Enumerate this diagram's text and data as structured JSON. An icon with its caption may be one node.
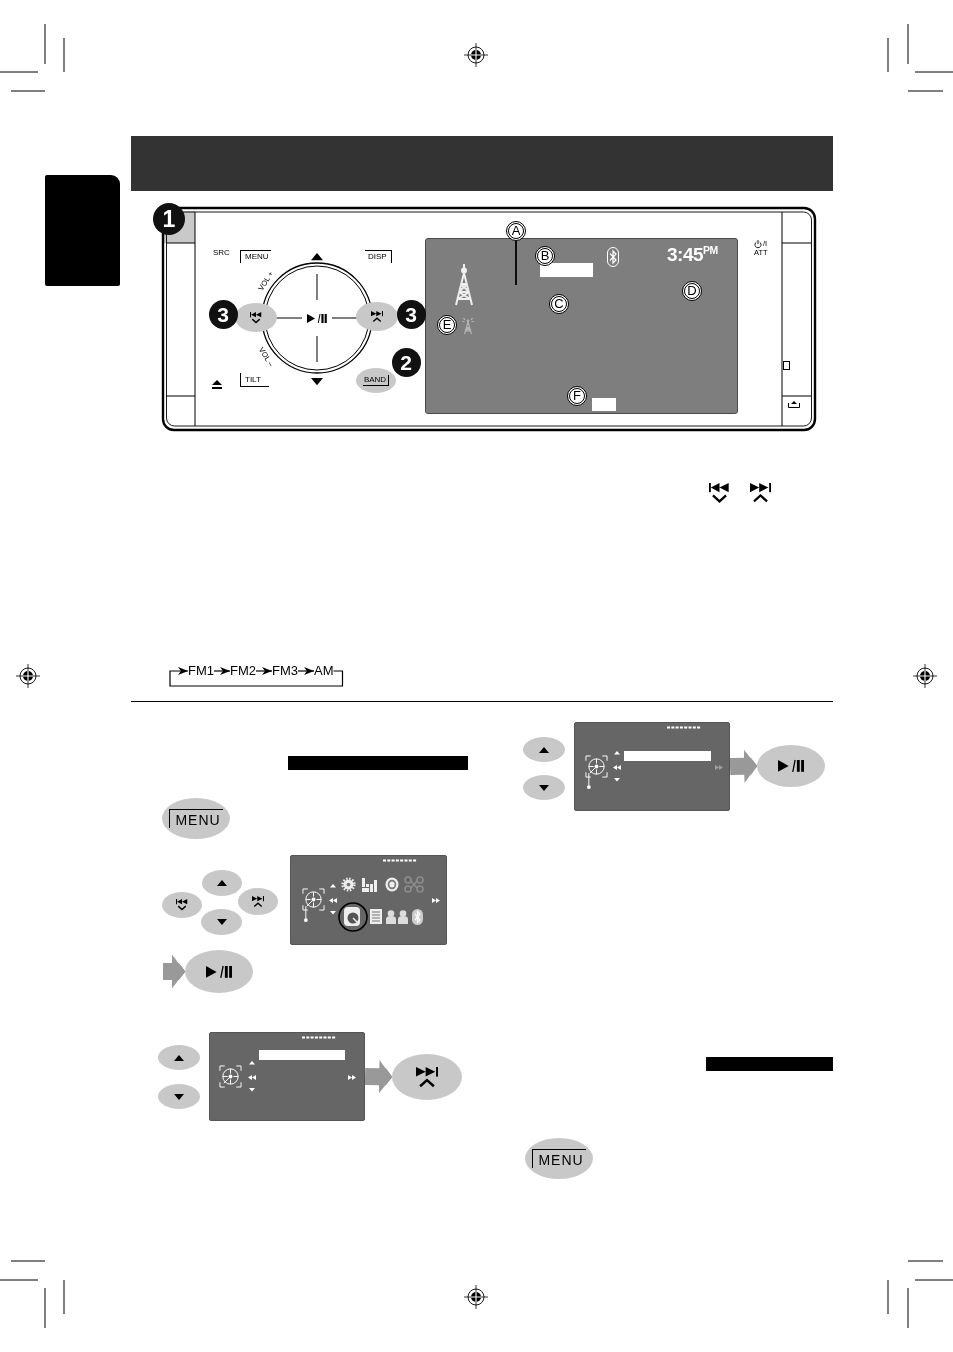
{
  "diagram": {
    "nodes": [
      {
        "text": [],
        "shape": "box"
      },
      {
        "text": [
          "A"
        ]
      },
      {
        "text": [
          "B"
        ]
      },
      {
        "text": [
          "D"
        ]
      },
      {
        "text": [
          "C"
        ]
      },
      {
        "text": [
          "E"
        ]
      },
      {
        "text": [
          "F"
        ]
      },
      {
        "text": [
          "FM1"
        ]
      },
      {
        "text": [
          "FM2"
        ]
      },
      {
        "text": [
          "FM3"
        ]
      },
      {
        "text": [
          "AM"
        ]
      },
      {
        "text": [],
        "shape": "bar"
      },
      {
        "text": [
          "MENU"
        ]
      },
      {
        "text": [],
        "shape": "box"
      },
      {
        "text": [],
        "shape": "ellipse"
      },
      {
        "text": [],
        "shape": "box"
      },
      {
        "text": [],
        "shape": "ellipse"
      },
      {
        "text": [],
        "shape": "box"
      },
      {
        "text": [],
        "shape": "ellipse"
      },
      {
        "text": [],
        "shape": "bar"
      },
      {
        "text": [
          "MENU"
        ]
      }
    ],
    "edges": [
      {
        "from": 1,
        "to": null,
        "arrow": "none"
      },
      {
        "from": 7,
        "to": 8,
        "arrow": "to"
      },
      {
        "from": 8,
        "to": 9,
        "arrow": "to"
      },
      {
        "from": 9,
        "to": 10,
        "arrow": "to"
      },
      {
        "from": 10,
        "to": 7,
        "arrow": "to"
      },
      {
        "from": null,
        "to": 14,
        "arrow": "to",
        "style": "thick",
        "color": "#999999"
      },
      {
        "from": 15,
        "to": 16,
        "arrow": "to",
        "style": "thick",
        "color": "#999999"
      },
      {
        "from": 17,
        "to": 18,
        "arrow": "to",
        "style": "thick",
        "color": "#999999"
      }
    ],
    "labels": [
      "1",
      "SRC",
      "MENU",
      "DISP",
      "3:45$^{PM}$",
      "/I",
      "ATT",
      "VOL +",
      "3",
      "3",
      "VOL –",
      "2",
      "TILT",
      "BAND"
    ]
  }
}
